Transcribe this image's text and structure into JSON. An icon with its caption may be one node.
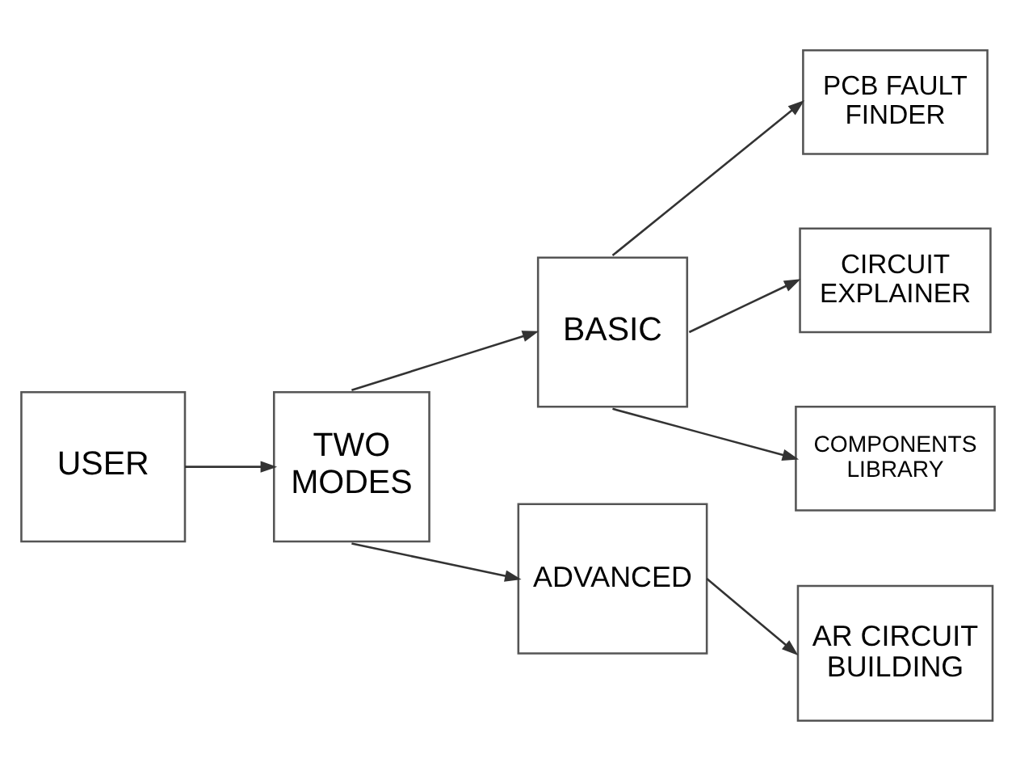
{
  "diagram": {
    "nodes": [
      {
        "text": [
          "USER"
        ]
      },
      {
        "text": [
          "TWO MODES"
        ]
      },
      {
        "text": [
          "BASIC"
        ]
      },
      {
        "text": [
          "PCB FAULT FINDER"
        ]
      },
      {
        "text": [
          "CIRCUIT EXPLAINER"
        ]
      },
      {
        "text": [
          "COMPONENTS LIBRARY"
        ]
      },
      {
        "text": [
          "ADVANCED"
        ]
      },
      {
        "text": [
          "AR CIRCUIT BUILDING"
        ]
      }
    ],
    "edges": [
      {
        "from": 0,
        "to": 1,
        "arrow": "to"
      },
      {
        "from": 1,
        "to": 2,
        "arrow": "to"
      },
      {
        "from": 1,
        "to": 6,
        "arrow": "to"
      },
      {
        "from": 2,
        "to": 3,
        "arrow": "to"
      },
      {
        "from": 2,
        "to": 4,
        "arrow": "to"
      },
      {
        "from": 2,
        "to": 5,
        "arrow": "to"
      },
      {
        "from": 6,
        "to": 7,
        "arrow": "to"
      }
    ]
  }
}
